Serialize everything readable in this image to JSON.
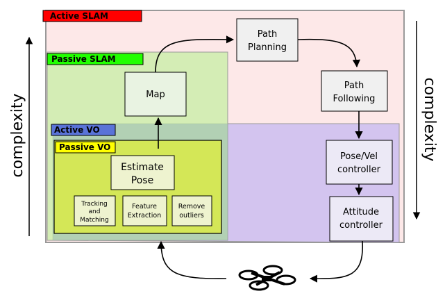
{
  "regions": {
    "active_slam": "Active SLAM",
    "passive_slam": "Passive SLAM",
    "active_vo": "Active VO",
    "passive_vo": "Passive VO"
  },
  "nodes": {
    "path_planning": [
      "Path",
      "Planning"
    ],
    "path_following": [
      "Path",
      "Following"
    ],
    "map": "Map",
    "estimate_pose": [
      "Estimate",
      "Pose"
    ],
    "tracking": [
      "Tracking",
      "and",
      "Matching"
    ],
    "feature_extraction": [
      "Feature",
      "Extraction"
    ],
    "remove_outliers": [
      "Remove",
      "outliers"
    ],
    "pose_vel_controller": [
      "Pose/Vel",
      "controller"
    ],
    "attitude_controller": [
      "Attitude",
      "controller"
    ]
  },
  "axes": {
    "left_label": "complexity",
    "right_label": "complexity"
  },
  "colors": {
    "active_slam_fill": "#fde8e8",
    "active_slam_tag": "#ff0000",
    "passive_slam_fill": "#c9eea8",
    "passive_slam_tag": "#22ff00",
    "active_vo_fill": "#cbbdf0",
    "active_vo_tag": "#5a73d8",
    "passive_vo_fill": "#d4e757",
    "passive_vo_tag": "#ffff00"
  },
  "icons": {
    "robot": "quadrotor-icon"
  }
}
